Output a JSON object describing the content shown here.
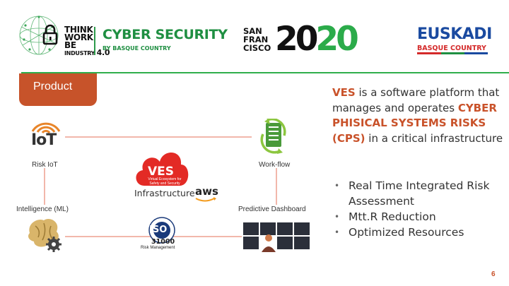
{
  "header": {
    "twb_lines": [
      "THINK",
      "WORK",
      "BE"
    ],
    "twb_industry": "INDUSTRY",
    "twb_version": "4.0",
    "cyber_title": "CYBER SECURITY",
    "cyber_subtitle": "BY BASQUE COUNTRY",
    "sf_lines": [
      "SAN",
      "FRAN",
      "CISCO"
    ],
    "sf_year_a": "20",
    "sf_year_b": "20",
    "euskadi_title": "EUSKADI",
    "euskadi_subtitle": "BASQUE COUNTRY"
  },
  "product_tab": {
    "label": "Product"
  },
  "diagram": {
    "iot_logo": "IoT",
    "risk_iot": "Risk IoT",
    "workflow": "Work-flow",
    "intelligence": "Intelligence (ML)",
    "predictive": "Predictive Dashboard",
    "ves_logo": "VES",
    "ves_logo_sub": "Virtual Ecosystem for Safety and Security",
    "infrastructure": "Infrastructure",
    "aws": "aws",
    "iso_logo": "ISO",
    "iso_number": "31000",
    "iso_caption": "Risk Management"
  },
  "description": {
    "p1": "VES",
    "p2": " is a software platform that manages and operates ",
    "p3": "CYBER PHISICAL SYSTEMS RISKS (CPS)",
    "p4": " in a critical infrastructure"
  },
  "bullets": [
    "Real Time Integrated Risk Assessment",
    "Mtt.R Reduction",
    "Optimized Resources"
  ],
  "page_number": "6",
  "colors": {
    "accent": "#c9522a",
    "green": "#2fae4c",
    "line": "#f2b7ab",
    "ves_red": "#e32a25"
  }
}
